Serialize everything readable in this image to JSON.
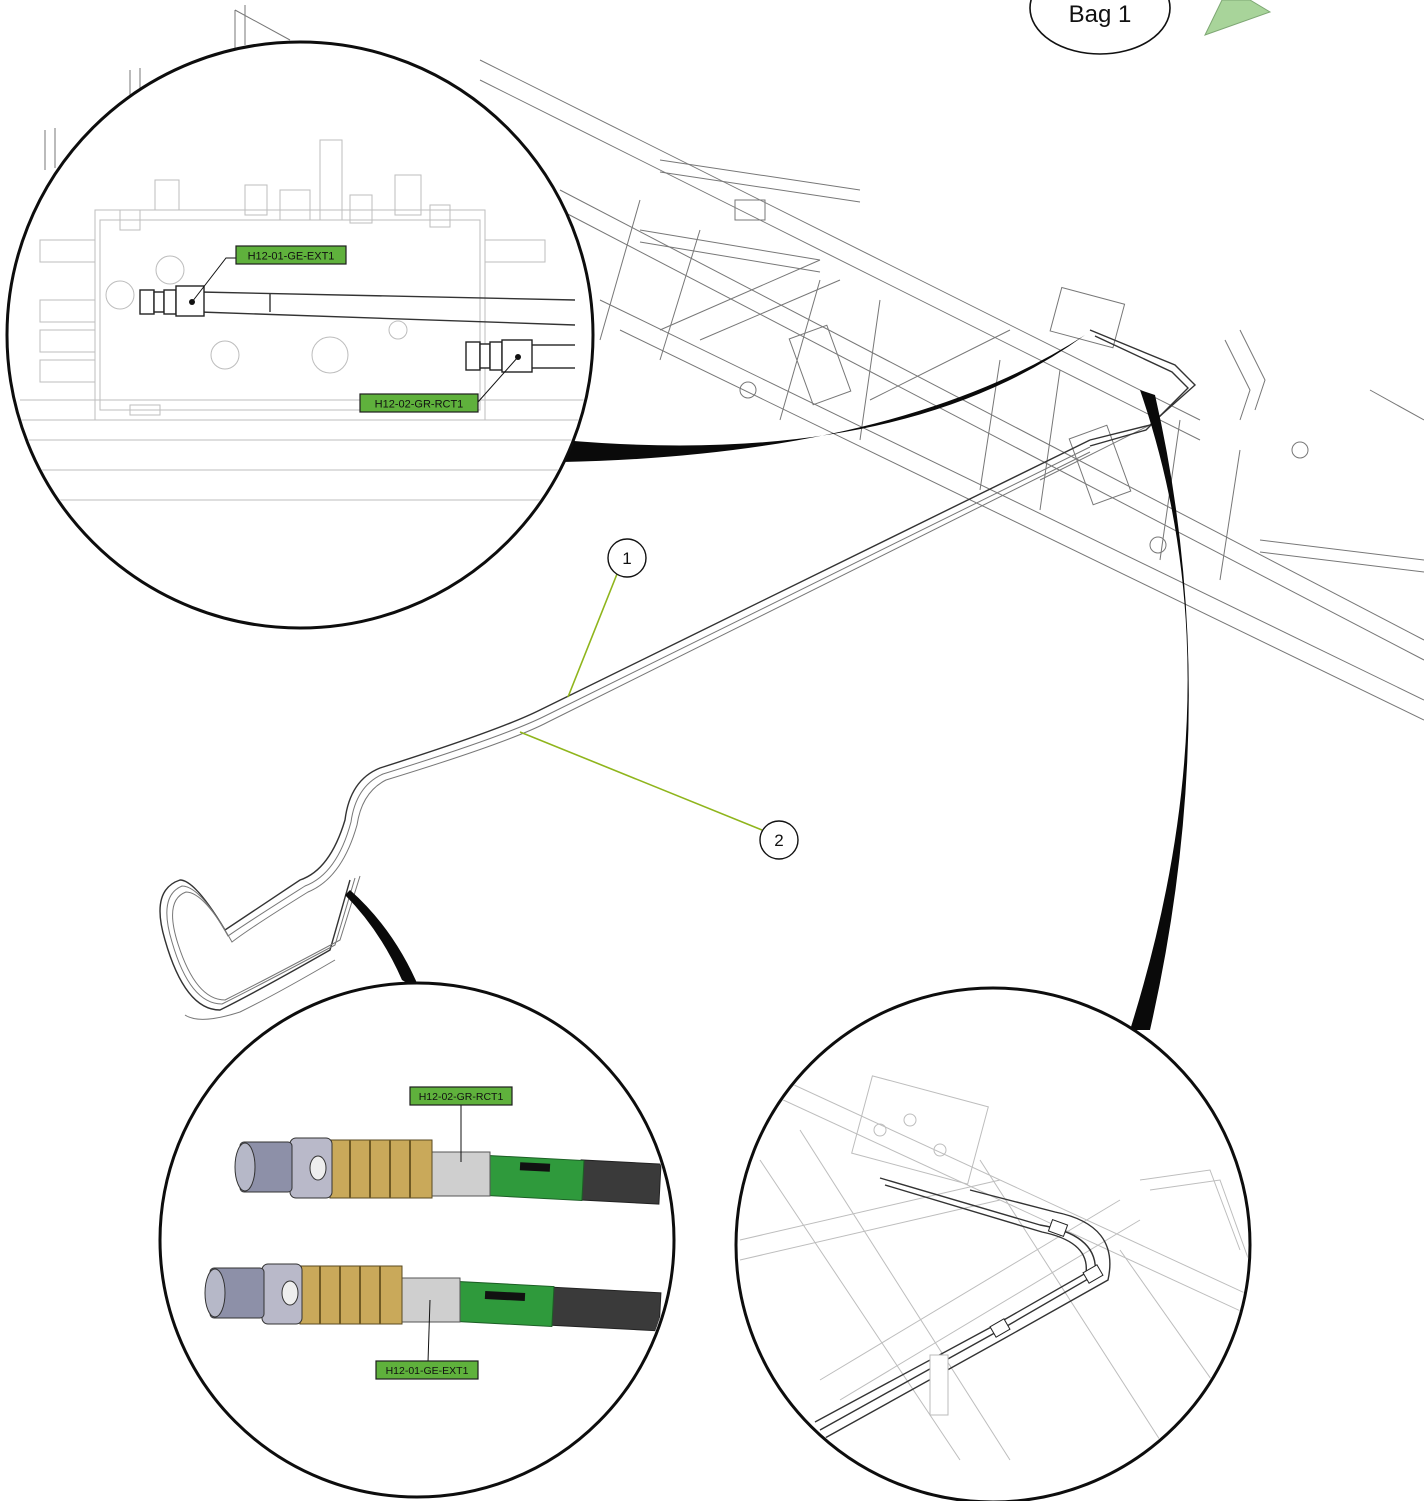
{
  "bag": {
    "label": "Bag 1"
  },
  "callouts": [
    {
      "number": "1"
    },
    {
      "number": "2"
    }
  ],
  "detail_top_left": {
    "tags": [
      "H12-01-GE-EXT1",
      "H12-02-GR-RCT1"
    ]
  },
  "detail_bottom_left": {
    "tags": [
      "H12-02-GR-RCT1",
      "H12-01-GE-EXT1"
    ]
  },
  "colors": {
    "tag_green": "#5fb13c",
    "leader_green": "#8fb51c",
    "triangle_green": "#a8d49a",
    "hose_green": "#2f9a3c",
    "brass": "#c9a95a"
  }
}
